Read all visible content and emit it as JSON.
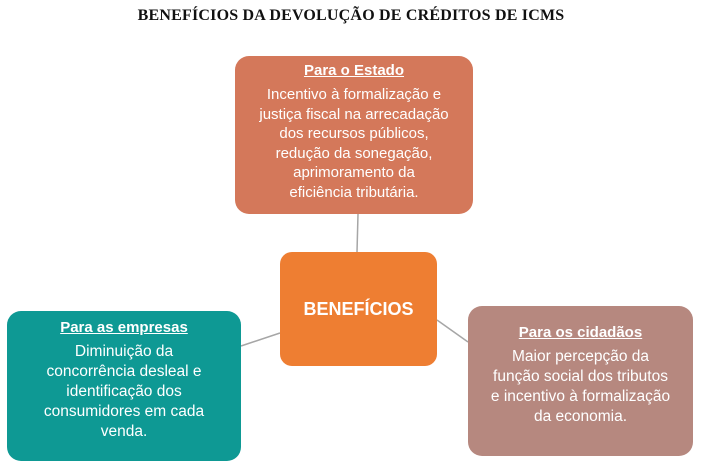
{
  "title": "BENEFÍCIOS DA DEVOLUÇÃO DE CRÉDITOS DE ICMS",
  "center": {
    "label": "BENEFÍCIOS",
    "color": "#EE7E32"
  },
  "nodes": {
    "estado": {
      "heading": "Para o Estado",
      "lines": [
        "Incentivo à formalização e",
        "justiça fiscal na arrecadação",
        "dos recursos públicos,",
        "redução da sonegação,",
        "aprimoramento da",
        "eficiência tributária."
      ],
      "color": "#D4785A"
    },
    "empresas": {
      "heading": "Para as empresas",
      "lines": [
        "Diminuição da",
        "concorrência desleal e",
        "identificação dos",
        "consumidores em cada",
        "venda."
      ],
      "color": "#0E9994"
    },
    "cidadaos": {
      "heading": "Para os cidadãos",
      "lines": [
        "Maior percepção da",
        "função social dos tributos",
        "e incentivo à formalização",
        "da economia."
      ],
      "color": "#B6887F"
    }
  },
  "connector_color": "#A6A6A6"
}
